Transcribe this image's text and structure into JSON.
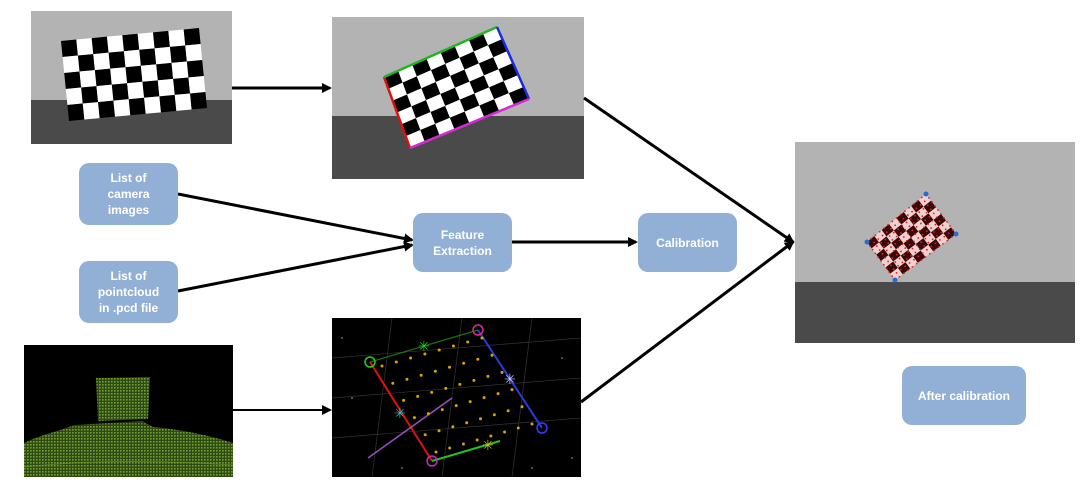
{
  "nodes": {
    "camera_images": {
      "lines": [
        "List of",
        "camera",
        "images"
      ]
    },
    "pointcloud": {
      "lines": [
        "List of",
        "pointcloud",
        "in .pcd file"
      ]
    },
    "feature_extraction": {
      "lines": [
        "Feature",
        "Extraction"
      ]
    },
    "calibration": {
      "lines": [
        "Calibration"
      ]
    },
    "after_calibration": {
      "lines": [
        "After calibration"
      ]
    }
  },
  "colors": {
    "box_fill": "#92b0d5",
    "box_text": "#ffffff",
    "arrow": "#000000",
    "sky_gray": "#b3b3b3",
    "floor_gray": "#4a4a4a",
    "lidar_green": "#5f8f2b",
    "points_yellow": "#d9a300"
  },
  "panels": [
    {
      "name": "raw-camera-image",
      "content": "checkerboard on gray floor"
    },
    {
      "name": "detected-corners-image",
      "content": "checkerboard with colored edge lines"
    },
    {
      "name": "raw-lidar-pointcloud",
      "content": "green point cloud board"
    },
    {
      "name": "lidar-feature-points",
      "content": "board edges and corner points"
    },
    {
      "name": "calibrated-overlay-image",
      "content": "projected points on checkerboard"
    }
  ]
}
